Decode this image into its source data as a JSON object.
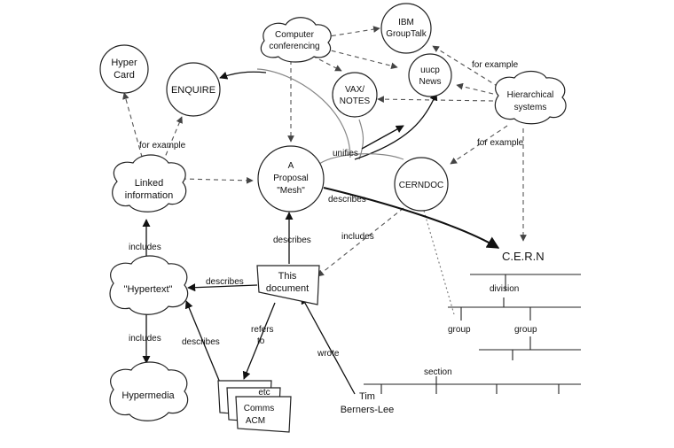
{
  "nodes": {
    "hypercard": [
      "Hyper",
      "Card"
    ],
    "enquire": [
      "ENQUIRE"
    ],
    "computer_conferencing": [
      "Computer",
      "conferencing"
    ],
    "ibm_grouptalk": [
      "IBM",
      "GroupTalk"
    ],
    "uucp_news": [
      "uucp",
      "News"
    ],
    "vax_notes": [
      "VAX/",
      "NOTES"
    ],
    "hierarchical_systems": [
      "Hierarchical",
      "systems"
    ],
    "linked_information": [
      "Linked",
      "information"
    ],
    "proposal_mesh": [
      "A",
      "Proposal",
      "\"Mesh\""
    ],
    "cerndoc": [
      "CERNDOC"
    ],
    "hypertext": [
      "\"Hypertext\""
    ],
    "this_document": [
      "This",
      "document"
    ],
    "hypermedia": [
      "Hypermedia"
    ],
    "docs_stack": [
      "etc",
      "Comms",
      "ACM"
    ],
    "tim": [
      "Tim",
      "Berners-Lee"
    ]
  },
  "edge_labels": {
    "for_example_left": "for example",
    "for_example_right_top": "for example",
    "for_example_right_mid": "for example",
    "unifies": "unifies",
    "describes_mesh_cern": "describes",
    "includes_cerndoc": "includes",
    "describes_doc_mesh": "describes",
    "describes_doc_hypertext": "describes",
    "includes_linked": "includes",
    "includes_hypermedia": "includes",
    "refers_to": [
      "refers",
      "to"
    ],
    "describes_stack": "describes",
    "wrote": "wrote"
  },
  "org_tree": {
    "root": "C.E.R.N",
    "division": "division",
    "group_1": "group",
    "group_2": "group",
    "section": "section"
  }
}
